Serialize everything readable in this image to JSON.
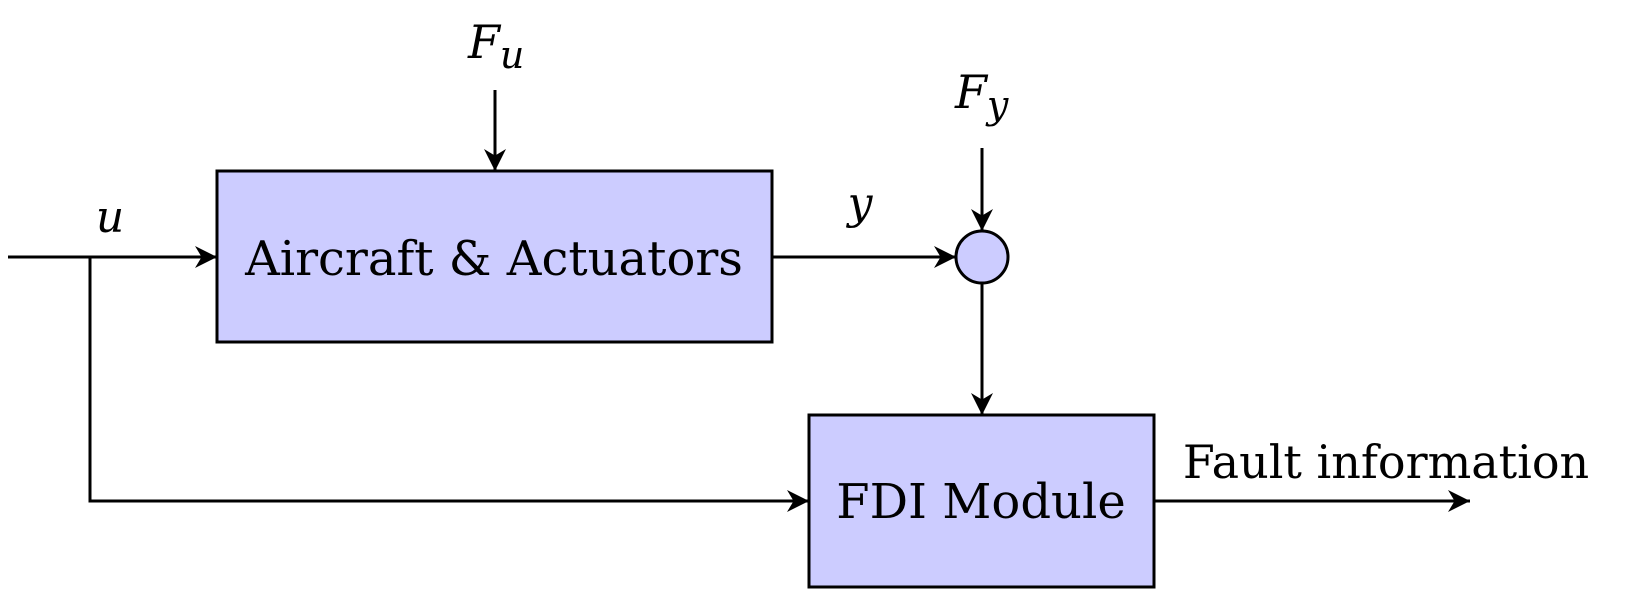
{
  "blocks": {
    "plant": {
      "label": "Aircraft & Actuators"
    },
    "fdi": {
      "label": "FDI Module"
    }
  },
  "signals": {
    "input": {
      "label": "u"
    },
    "output": {
      "label": "y"
    },
    "actuator_fault": {
      "base": "F",
      "sub": "u"
    },
    "sensor_fault": {
      "base": "F",
      "sub": "y"
    },
    "result": {
      "label": "Fault information"
    }
  },
  "colors": {
    "block_fill": "#ccccff",
    "stroke": "#000000"
  }
}
